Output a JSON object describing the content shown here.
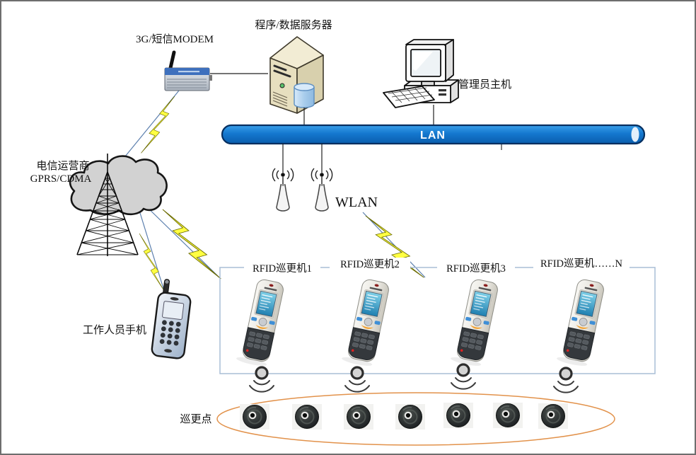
{
  "diagram": {
    "nodes": {
      "modem": {
        "label": "3G/短信MODEM"
      },
      "server": {
        "label": "程序/数据服务器"
      },
      "admin_host": {
        "label": "管理员主机"
      },
      "lan": {
        "label": "LAN"
      },
      "wlan": {
        "label": "WLAN",
        "access_point_count": 2
      },
      "telecom": {
        "label_line1": "电信运营商",
        "label_line2": "GPRS/CDMA"
      },
      "staff_phone": {
        "label": "工作人员手机"
      },
      "patrol_points": {
        "label": "巡更点",
        "count": 7
      },
      "rfid_readers": [
        {
          "label": "RFID巡更机1"
        },
        {
          "label": "RFID巡更机2"
        },
        {
          "label": "RFID巡更机3"
        },
        {
          "label": "RFID巡更机……N"
        }
      ]
    },
    "colors": {
      "lan_bar": "#1173c8",
      "lan_bar_border": "#052f60",
      "lightning": "#ffff42",
      "lightning_edge": "#6b6b00",
      "patrol_ellipse": "#e2924b",
      "reader_box_border": "#a9bdd6",
      "cloud_fill": "#d2d2d2",
      "connector_blue": "#5b7fae"
    }
  }
}
